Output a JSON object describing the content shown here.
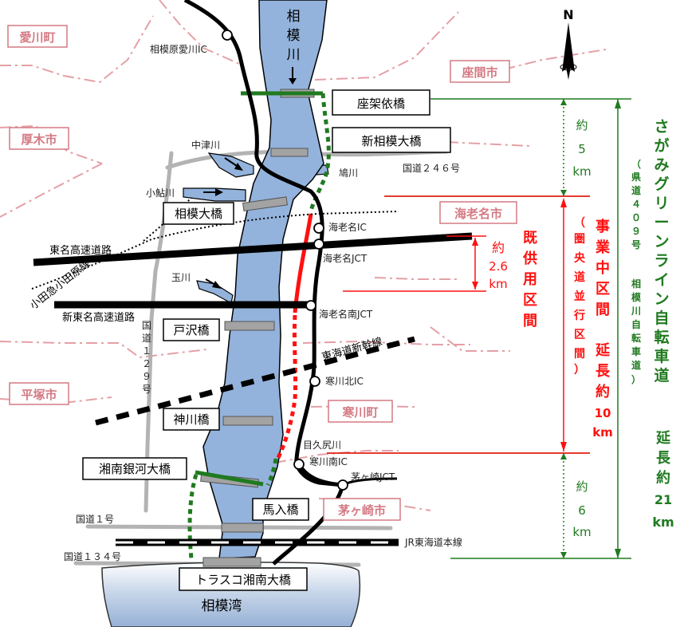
{
  "north": "N",
  "cities": {
    "aikawa": "愛川町",
    "zama": "座間市",
    "atsugi": "厚木市",
    "ebina": "海老名市",
    "hiratsuka": "平塚市",
    "samukawa": "寒川町",
    "chigasaki": "茅ヶ崎市"
  },
  "water": {
    "river_char1": "相",
    "river_char2": "模",
    "river_char3": "川",
    "bay": "相模湾",
    "nakatsu": "中津川",
    "koayu": "小鮎川",
    "hato": "鳩川",
    "tama": "玉川",
    "mekubo": "目久尻川"
  },
  "bridges": {
    "zakkai": "座架依橋",
    "shinsagami": "新相模大橋",
    "sagami": "相模大橋",
    "tozawa": "戸沢橋",
    "kamikawa": "神川橋",
    "shonan_ginga": "湘南銀河大橋",
    "mairi": "馬入橋",
    "trusco": "トラスコ湘南大橋"
  },
  "roads": {
    "ic_aikawa": "相模原愛川IC",
    "r246": "国道２４６号",
    "tomei": "東名高速道路",
    "odakyu": "小田急小田原線",
    "ic_ebina": "海老名IC",
    "jct_ebina": "海老名JCT",
    "shintomei": "新東名高速道路",
    "jct_ebina_minami": "海老名南JCT",
    "shinkansen": "東海道新幹線",
    "r129_c1": "国",
    "r129_c2": "道",
    "r129_c3": "１",
    "r129_c4": "２",
    "r129_c5": "９",
    "r129_c6": "号",
    "ic_samukawa_kita": "寒川北IC",
    "ic_samukawa_minami": "寒川南IC",
    "jct_chigasaki": "茅ヶ崎JCT",
    "r1": "国道１号",
    "r134": "国道１３４号",
    "jr": "JR東海道本線"
  },
  "segments": {
    "yaku": "約",
    "five": "5",
    "km1": "km",
    "six": "6",
    "km2": "km",
    "d26_yaku": "約",
    "d26_val": "2.6",
    "d26_km": "km",
    "kyoyo1": "既",
    "kyoyo2": "供",
    "kyoyo3": "用",
    "kyoyo4": "区",
    "kyoyo5": "間",
    "jigyo1": "事",
    "jigyo2": "業",
    "jigyo3": "中",
    "jigyo4": "区",
    "jigyo5": "間",
    "encho1": "延",
    "encho2": "長",
    "encho3": "約",
    "encho4": "10",
    "encho5": "km",
    "ken1": "（",
    "ken2": "圏",
    "ken3": "央",
    "ken4": "道",
    "ken5": "並",
    "ken6": "行",
    "ken7": "区",
    "ken8": "間",
    "ken9": "）"
  },
  "route": {
    "n1": "さ",
    "n2": "が",
    "n3": "み",
    "n4": "グ",
    "n5": "リ",
    "n6": "ー",
    "n7": "ン",
    "n8": "ラ",
    "n9": "イ",
    "n10": "ン",
    "n11": "自",
    "n12": "転",
    "n13": "車",
    "n14": "道",
    "s1": "（",
    "s2": "県",
    "s3": "道",
    "s4": "４",
    "s5": "０",
    "s6": "９",
    "s7": "号",
    "s8": "相",
    "s9": "模",
    "s10": "川",
    "s11": "自",
    "s12": "転",
    "s13": "車",
    "s14": "道",
    "s15": "）",
    "t1": "延",
    "t2": "長",
    "t3": "約",
    "t4": "21",
    "t5": "km"
  },
  "colors": {
    "river": "#93b3dc",
    "city": "#d47a84",
    "green": "#207a20",
    "red": "#ff1010"
  }
}
